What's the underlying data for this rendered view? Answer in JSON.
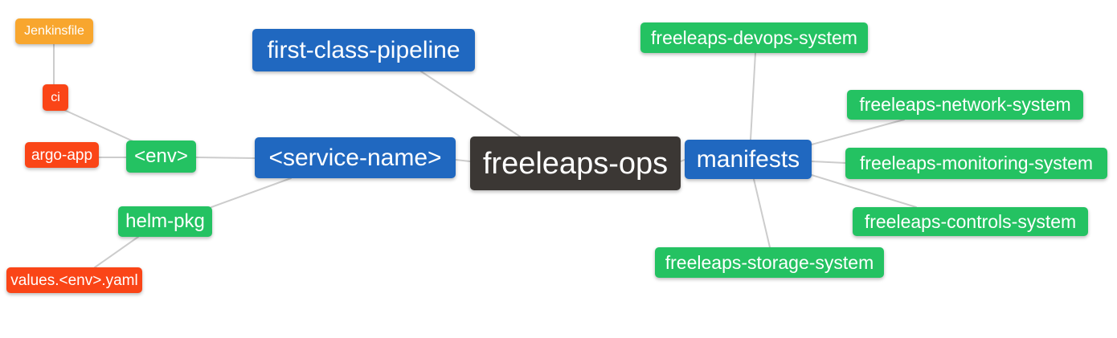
{
  "diagram": {
    "type": "mindmap",
    "background": "#ffffff",
    "edge_color": "#cccccc",
    "palette": {
      "blue": "#2068c0",
      "green": "#24c262",
      "red": "#fa4517",
      "orange": "#f8a62e",
      "dark": "#3b3734",
      "text": "#ffffff"
    },
    "root": "freeleaps-ops",
    "nodes": [
      {
        "id": "jenkinsfile",
        "label": "Jenkinsfile",
        "color": "orange"
      },
      {
        "id": "ci",
        "label": "ci",
        "color": "red"
      },
      {
        "id": "argo-app",
        "label": "argo-app",
        "color": "red"
      },
      {
        "id": "env",
        "label": "<env>",
        "color": "green"
      },
      {
        "id": "first-class-pipeline",
        "label": "first-class-pipeline",
        "color": "blue"
      },
      {
        "id": "service-name",
        "label": "<service-name>",
        "color": "blue"
      },
      {
        "id": "freeleaps-ops",
        "label": "freeleaps-ops",
        "color": "dark"
      },
      {
        "id": "manifests",
        "label": "manifests",
        "color": "blue"
      },
      {
        "id": "helm-pkg",
        "label": "helm-pkg",
        "color": "green"
      },
      {
        "id": "values-env-yaml",
        "label": "values.<env>.yaml",
        "color": "red"
      },
      {
        "id": "freeleaps-devops-system",
        "label": "freeleaps-devops-system",
        "color": "green"
      },
      {
        "id": "freeleaps-network-system",
        "label": "freeleaps-network-system",
        "color": "green"
      },
      {
        "id": "freeleaps-monitoring-system",
        "label": "freeleaps-monitoring-system",
        "color": "green"
      },
      {
        "id": "freeleaps-controls-system",
        "label": "freeleaps-controls-system",
        "color": "green"
      },
      {
        "id": "freeleaps-storage-system",
        "label": "freeleaps-storage-system",
        "color": "green"
      }
    ],
    "edges": [
      [
        "jenkinsfile",
        "ci"
      ],
      [
        "ci",
        "env"
      ],
      [
        "argo-app",
        "env"
      ],
      [
        "env",
        "service-name"
      ],
      [
        "first-class-pipeline",
        "freeleaps-ops"
      ],
      [
        "service-name",
        "freeleaps-ops"
      ],
      [
        "service-name",
        "helm-pkg"
      ],
      [
        "helm-pkg",
        "values-env-yaml"
      ],
      [
        "freeleaps-ops",
        "manifests"
      ],
      [
        "manifests",
        "freeleaps-devops-system"
      ],
      [
        "manifests",
        "freeleaps-network-system"
      ],
      [
        "manifests",
        "freeleaps-monitoring-system"
      ],
      [
        "manifests",
        "freeleaps-controls-system"
      ],
      [
        "manifests",
        "freeleaps-storage-system"
      ]
    ]
  }
}
